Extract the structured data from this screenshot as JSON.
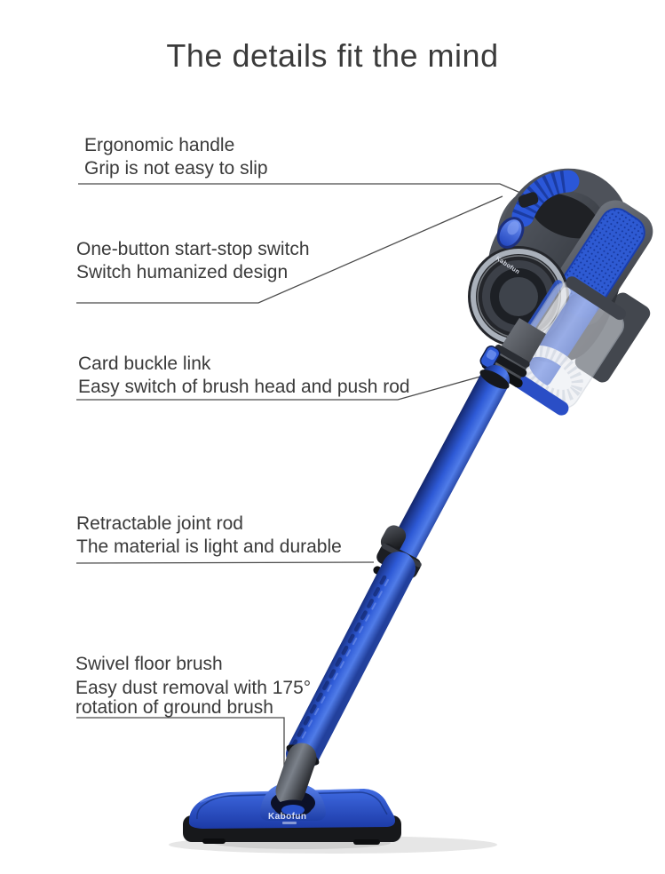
{
  "title": "The details fit the mind",
  "features": [
    {
      "title": "Ergonomic handle",
      "desc_lines": [
        "Grip is not easy to slip"
      ]
    },
    {
      "title": "One-button start-stop switch",
      "desc_lines": [
        "Switch humanized design"
      ]
    },
    {
      "title": "Card buckle link",
      "desc_lines": [
        "Easy switch of brush head and push rod"
      ]
    },
    {
      "title": "Retractable joint rod",
      "desc_lines": [
        "The material is light and durable"
      ]
    },
    {
      "title": "Swivel floor brush",
      "desc_lines": [
        "Easy dust removal with 175°",
        "rotation of ground brush"
      ]
    }
  ],
  "product": {
    "brand": "Kabofun",
    "colors": {
      "accent_blue": "#2b55d4",
      "dark_blue": "#1c3aa6",
      "body_gray": "#4c5058",
      "base_black": "#17181b",
      "text_gray": "#3a3a3a",
      "callout_line": "#4b4b4b"
    }
  }
}
